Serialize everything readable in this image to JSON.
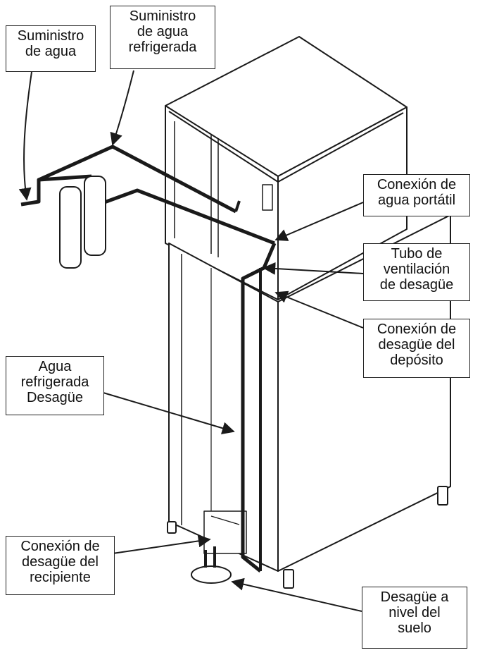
{
  "labels": {
    "suministro_agua": [
      "Suministro",
      "de agua"
    ],
    "suministro_refrigerada": [
      "Suministro",
      "de agua",
      "refrigerada"
    ],
    "conexion_portatil": [
      "Conexión de",
      "agua portátil"
    ],
    "tubo_ventilacion": [
      "Tubo de",
      "ventilación",
      "de desagüe"
    ],
    "conexion_deposito": [
      "Conexión de",
      "desagüe del",
      "depósito"
    ],
    "agua_refrigerada_desague": [
      "Agua",
      "refrigerada",
      "Desagüe"
    ],
    "conexion_recipiente": [
      "Conexión de",
      "desagüe del",
      "recipiente"
    ],
    "desague_suelo": [
      "Desagüe a",
      "nivel del",
      "suelo"
    ]
  },
  "colors": {
    "line": "#1a1a1a",
    "paper": "#ffffff"
  }
}
